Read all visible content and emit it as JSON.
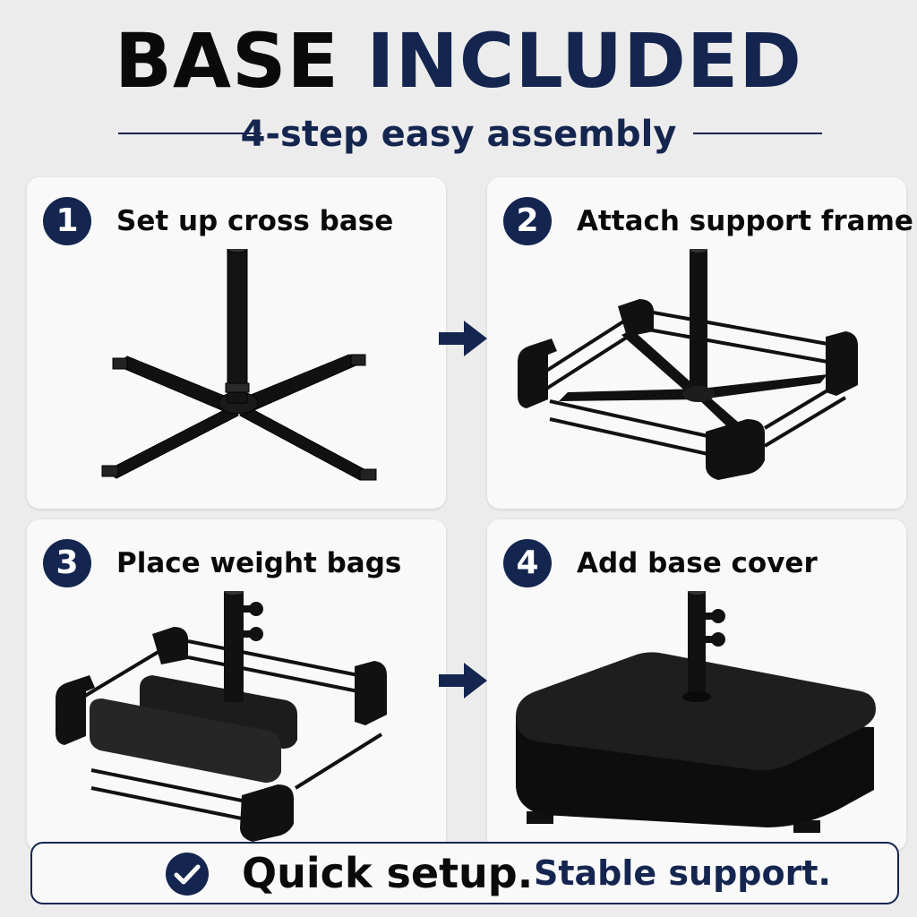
{
  "header": {
    "title_part1": "BASE",
    "title_part2": "INCLUDED",
    "subtitle": "4-step easy assembly"
  },
  "steps": [
    {
      "number": "1",
      "label": "Set up cross base",
      "icon": "cross-base-illustration"
    },
    {
      "number": "2",
      "label": "Attach support frame",
      "icon": "support-frame-illustration"
    },
    {
      "number": "3",
      "label": "Place weight bags",
      "icon": "weight-bags-illustration"
    },
    {
      "number": "4",
      "label": "Add base cover",
      "icon": "base-cover-illustration"
    }
  ],
  "footer": {
    "icon": "check-circle-icon",
    "text_part1": "Quick setup.",
    "text_part2": "Stable support."
  },
  "colors": {
    "navy": "#14254f",
    "black": "#0a0a0a",
    "background": "#ececec",
    "panel": "#f9f9f9"
  }
}
